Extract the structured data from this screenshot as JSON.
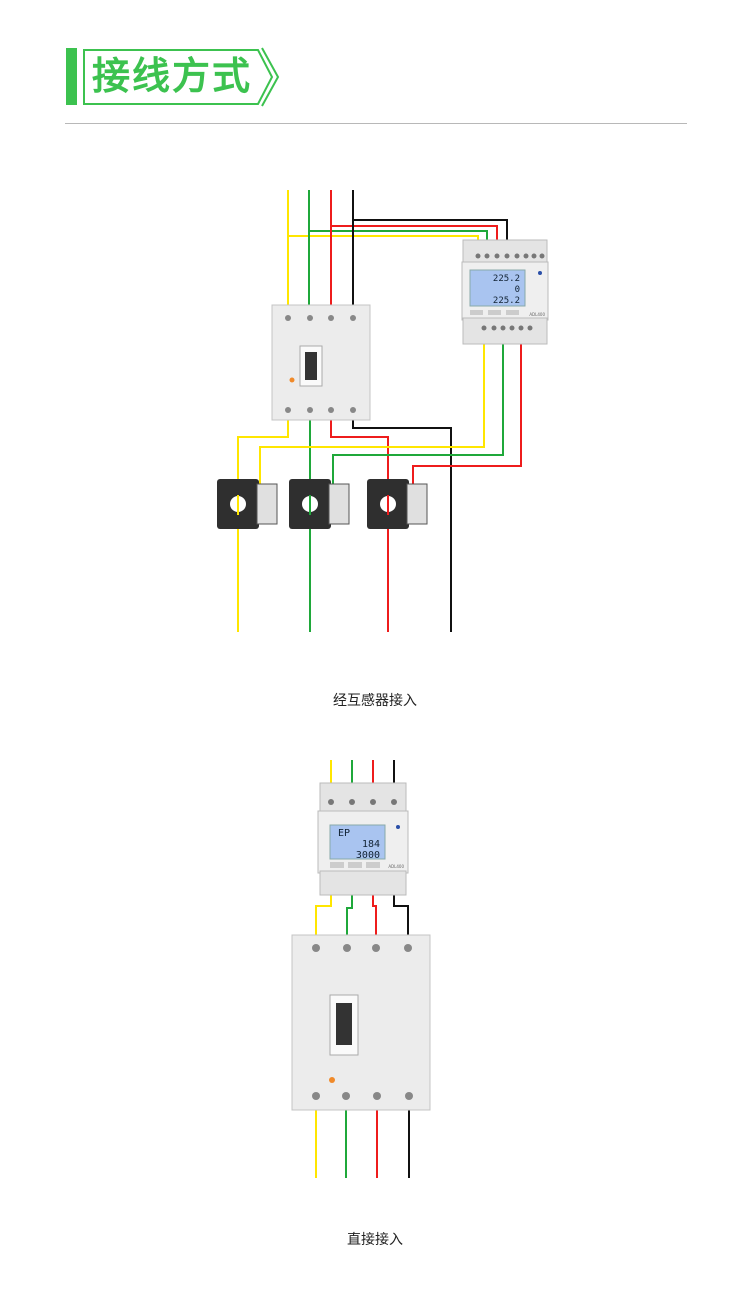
{
  "section": {
    "title": "接线方式"
  },
  "diagrams": [
    {
      "caption": "经互感器接入",
      "meter_display": [
        "225.2",
        "0",
        "225.2"
      ],
      "meter_model": "ADL400"
    },
    {
      "caption": "直接接入",
      "meter_display": [
        "EP",
        "184",
        "3000"
      ],
      "meter_model": "ADL400"
    }
  ],
  "colors": {
    "accent": "#3cc24f",
    "yellow": "#ffe600",
    "green": "#1fa83a",
    "red": "#ee1c1c",
    "black": "#111111",
    "lcd": "#a9c4f0"
  }
}
